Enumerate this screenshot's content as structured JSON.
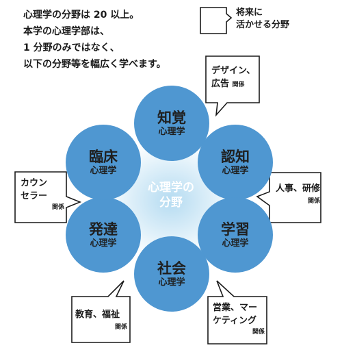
{
  "intro": {
    "line1": "心理学の分野は 20 以上。",
    "line2": "本学の心理学部は、",
    "line3": "1 分野のみではなく、",
    "line4": "以下の分野等を幅広く学べます。"
  },
  "legend": {
    "line1": "将来に",
    "line2": "活かせる分野"
  },
  "center": {
    "line1": "心理学の",
    "line2": "分野"
  },
  "fields": [
    {
      "main": "知覚",
      "sub": "心理学"
    },
    {
      "main": "認知",
      "sub": "心理学"
    },
    {
      "main": "学習",
      "sub": "心理学"
    },
    {
      "main": "社会",
      "sub": "心理学"
    },
    {
      "main": "発達",
      "sub": "心理学"
    },
    {
      "main": "臨床",
      "sub": "心理学"
    }
  ],
  "careers": [
    {
      "line1": "デザイン、",
      "line2": "広告",
      "tag": "関係"
    },
    {
      "line1": "人事、研修",
      "tag": "関係"
    },
    {
      "line1": "営業、マー",
      "line2": "ケティング",
      "tag": "関係"
    },
    {
      "line1": "教育、福祉",
      "tag": "関係"
    },
    {
      "line1": "カウン",
      "line2": "セラー",
      "tag": "関係"
    }
  ],
  "colors": {
    "circle": "#4f97d1",
    "center_text": "#ffffff",
    "bubble_border": "#1a1a1a"
  }
}
